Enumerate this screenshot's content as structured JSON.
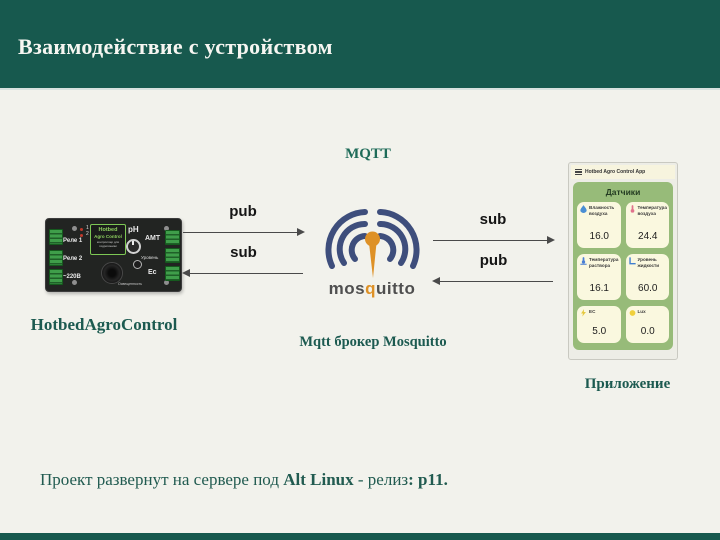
{
  "slide": {
    "title": "Взаимодействие с устройством",
    "mqtt_label": "MQTT",
    "device_label": "HotbedAgroControl",
    "broker_label": "Mqtt брокер Mosquitto",
    "app_label": "Приложение",
    "note": {
      "prefix": "Проект развернут на сервере под ",
      "bold1": "Alt Linux",
      "middle": "  - релиз",
      "bold2": ": p11."
    }
  },
  "arrows": {
    "device_to_broker": "pub",
    "broker_to_device": "sub",
    "broker_to_app": "sub",
    "app_to_broker": "pub"
  },
  "device": {
    "led1": "1",
    "led2": "2",
    "relay1": "Реле 1",
    "relay2": "Реле 2",
    "power": "~220В",
    "brand_line1": "Hotbed",
    "brand_line2": "Agro Control",
    "brand_sub1": "контроллер для",
    "brand_sub2": "гидропоники",
    "ph": "pH",
    "amt": "AMT",
    "level": "Уровень",
    "ec": "Ec",
    "light": "Освещенность"
  },
  "broker": {
    "wordmark_pre": "mos",
    "wordmark_q": "q",
    "wordmark_post": "uitto"
  },
  "phone": {
    "appbar_title": "Hotbed Agro Control App",
    "panel_title": "Датчики",
    "sensors": [
      {
        "name": "Влажность воздуха",
        "value": "16.0",
        "icon": "droplet-icon"
      },
      {
        "name": "Температура воздуха",
        "value": "24.4",
        "icon": "thermometer-icon"
      },
      {
        "name": "Температура раствора",
        "value": "16.1",
        "icon": "solution-temp-icon"
      },
      {
        "name": "Уровень жидкости",
        "value": "60.0",
        "icon": "liquid-level-icon"
      },
      {
        "name": "EC",
        "value": "5.0",
        "icon": "ec-icon"
      },
      {
        "name": "Lux",
        "value": "0.0",
        "icon": "sun-icon"
      }
    ]
  },
  "colors": {
    "header_green": "#17594E",
    "body_ivory": "#F2F2EC",
    "caption_teal": "#1C5A50",
    "mqtt_green": "#1E6B58",
    "arrow_gray": "#4A4A4A",
    "mosquitto_blue": "#3E4E7C",
    "mosquitto_orange": "#DE9126",
    "phone_panel_green": "#97BB79",
    "card_cream": "#FAF8DF",
    "terminal_green": "#3F9E4A"
  }
}
